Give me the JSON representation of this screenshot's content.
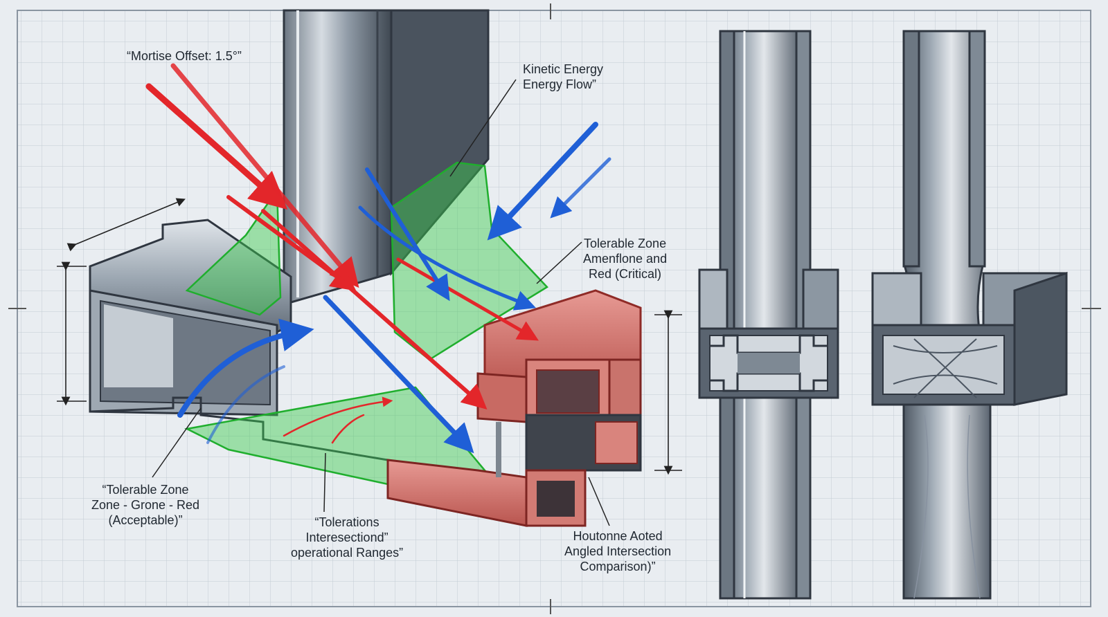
{
  "colors": {
    "background": "#e9edf1",
    "grid": "#b9c2cc",
    "metal_dark": "#4b5561",
    "metal_light": "#c9d0d8",
    "critical_red": "#e3262a",
    "acceptable_green": "#35c646",
    "flow_blue": "#1f5fd6",
    "zone_red_fill": "#d46a64",
    "label_text": "#1f2730"
  },
  "labels": {
    "mortise_offset": "“Mortise Offset: 1.5°”",
    "kinetic_line1": "Kinetic Energy",
    "kinetic_line2": "Energy Flow”",
    "tolerable_right_line1": "Tolerable Zone",
    "tolerable_right_line2": "Amenflone and",
    "tolerable_right_line3": "Red (Critical)",
    "tolerable_left_line1": "“Tolerable Zone",
    "tolerable_left_line2": "Zone - Grone - Red",
    "tolerable_left_line3": "(Acceptable)”",
    "tolerations_line1": "“Tolerations",
    "tolerations_line2": "Interesectiond”",
    "tolerations_line3": "operational Ranges”",
    "comparison_line1": "Houtonne Aoted",
    "comparison_line2": "Angled Intersection",
    "comparison_line3": "Comparison)”"
  },
  "icons": {
    "critical_flow": "red-arrow-icon",
    "energy_flow": "blue-arrow-icon"
  }
}
